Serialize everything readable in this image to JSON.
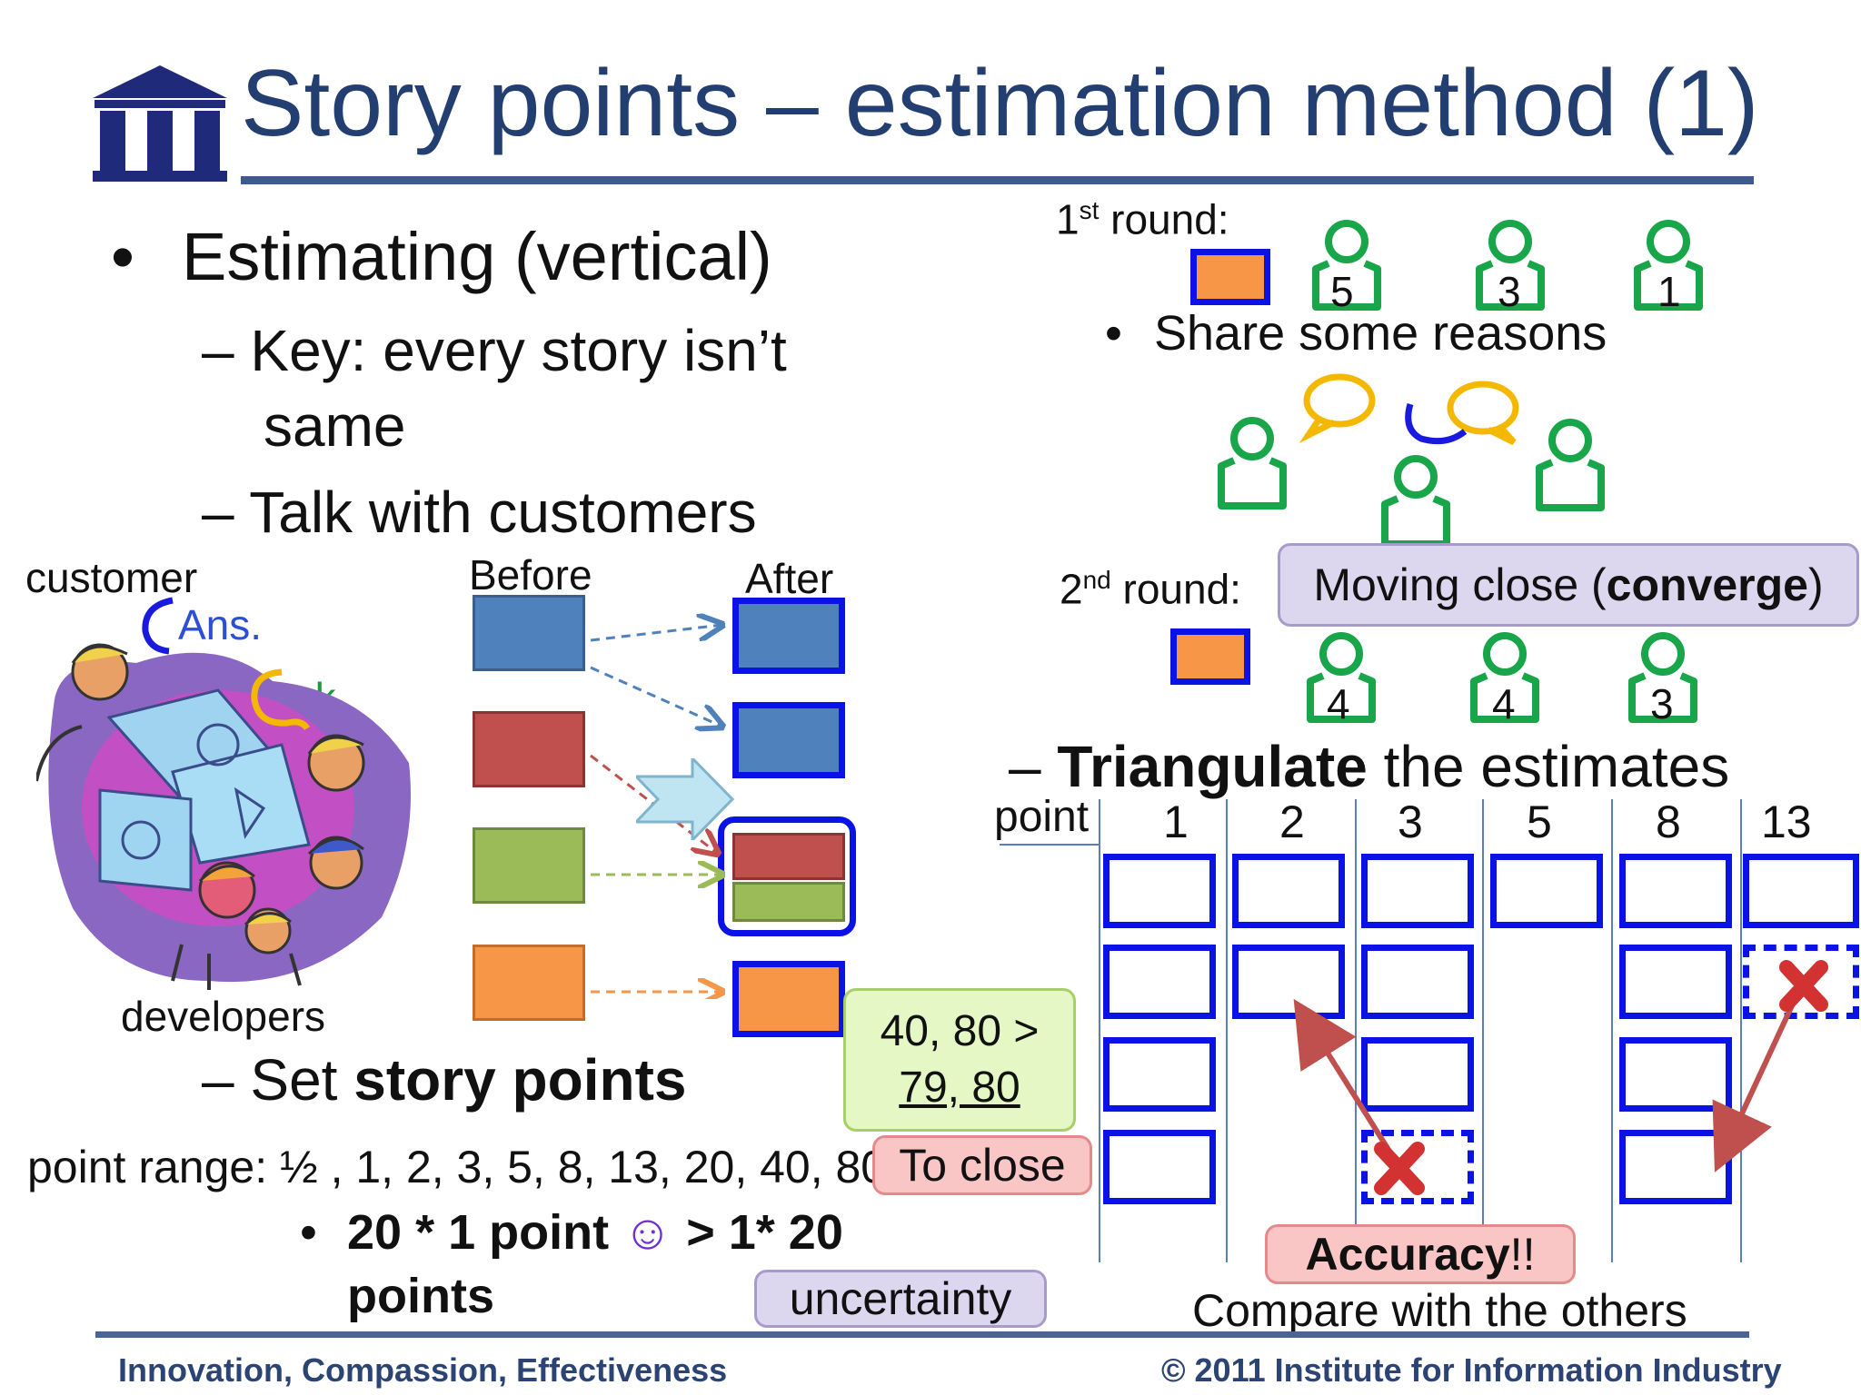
{
  "title": "Story points – estimation method (1)",
  "bullets": {
    "estimating": "Estimating (vertical)",
    "key_line1": "– Key: every story isn’t",
    "key_line2": "same",
    "talk": "– Talk with customers",
    "set_prefix": "– Set ",
    "set_bold": "story points",
    "point_range": "point range: ½ , 1, 2, 3, 5, 8, 13, 20, 40, 80",
    "sub_bullet_bold1": "20 * 1 point ",
    "smiley": "☺",
    "sub_bullet_bold2": " > 1* 20",
    "sub_bullet_bold3": "points",
    "triangulate_prefix": "– ",
    "triangulate_bold": "Triangulate",
    "triangulate_rest": " the estimates"
  },
  "illustration": {
    "customer": "customer",
    "ans": "Ans.",
    "ask": "ask",
    "developers": "developers"
  },
  "before_after": {
    "before": "Before",
    "after": "After"
  },
  "callouts": {
    "range_change_line1": "40, 80 >",
    "range_change_line2": "79, 80",
    "to_close": "To close",
    "uncertainty": "uncertainty",
    "converge_prefix": "Moving close (",
    "converge_bold": "converge",
    "converge_suffix": ")",
    "accuracy_bold": "Accuracy",
    "accuracy_rest": " !!",
    "compare": "Compare with the others"
  },
  "rounds": {
    "first_label": "round:",
    "first_num": "1",
    "first_sup": "st",
    "first_estimates": [
      "5",
      "3",
      "1"
    ],
    "share": "Share some reasons",
    "second_label": "round:",
    "second_num": "2",
    "second_sup": "nd",
    "second_estimates": [
      "4",
      "4",
      "3"
    ]
  },
  "grid": {
    "point_label": "point",
    "columns": [
      "1",
      "2",
      "3",
      "5",
      "8",
      "13"
    ]
  },
  "footer": {
    "left": "Innovation, Compassion, Effectiveness",
    "right": "© 2011 Institute for Information Industry"
  },
  "colors": {
    "title": "#233f72",
    "blue_card": "#4f81bd",
    "red_card": "#c0504d",
    "green_card": "#9bbb59",
    "orange_card": "#f79646",
    "person_green": "#19a64a",
    "highlight_blue": "#0a12e6"
  }
}
